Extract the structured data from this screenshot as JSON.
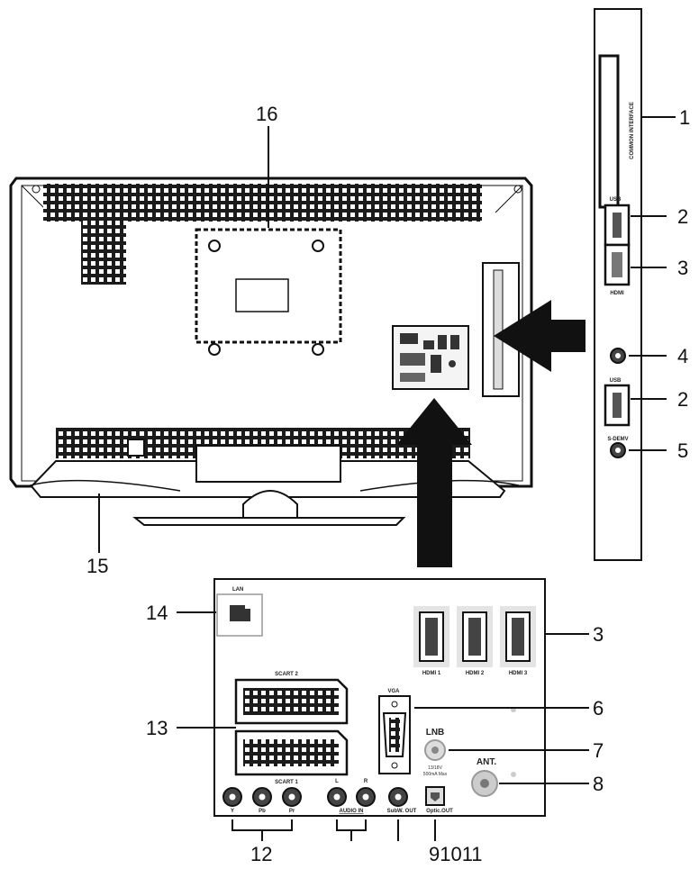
{
  "callouts": {
    "c1": "1",
    "c2a": "2",
    "c2b": "2",
    "c3a": "3",
    "c3b": "3",
    "c4": "4",
    "c5": "5",
    "c6": "6",
    "c7": "7",
    "c8": "8",
    "c12": "12",
    "c13": "13",
    "c14": "14",
    "c15": "15",
    "c16": "16",
    "c91011": "91011"
  },
  "side_panel": {
    "ci_label": "COMMON INTERFACE",
    "usb_top": "USB",
    "hdmi": "HDMI",
    "usb_bottom": "USB",
    "svideo": "S-DEMV"
  },
  "rear_panel": {
    "lan": "LAN",
    "hdmi1": "HDMI 1",
    "hdmi2": "HDMI 2",
    "hdmi3": "HDMI 3",
    "scart2": "SCART 2",
    "scart1": "SCART 1",
    "vga": "VGA",
    "lnb": "LNB",
    "lnb_spec_1": "13/18V",
    "lnb_spec_2": "500mA Max",
    "ant": "ANT.",
    "y": "Y",
    "pb": "Pb",
    "pr": "Pr",
    "l": "L",
    "r": "R",
    "audio_in": "AUDIO IN",
    "subw_out": "SubW. OUT",
    "optic_out": "Optic.OUT"
  }
}
